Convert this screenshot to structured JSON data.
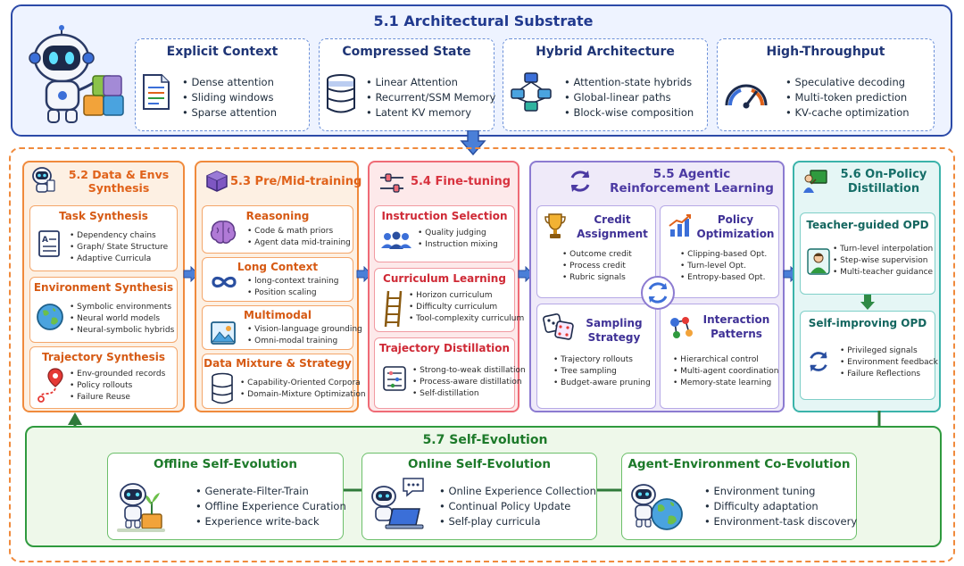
{
  "substrate": {
    "title": "5.1  Architectural Substrate",
    "cards": [
      {
        "title": "Explicit Context",
        "icon": "document-icon",
        "items": [
          "Dense attention",
          "Sliding windows",
          "Sparse attention"
        ]
      },
      {
        "title": "Compressed State",
        "icon": "database-icon",
        "items": [
          "Linear Attention",
          "Recurrent/SSM Memory",
          "Latent KV memory"
        ]
      },
      {
        "title": "Hybrid Architecture",
        "icon": "network-icon",
        "items": [
          "Attention-state hybrids",
          "Global-linear paths",
          "Block-wise composition"
        ]
      },
      {
        "title": "High-Throughput",
        "icon": "gauge-icon",
        "items": [
          "Speculative decoding",
          "Multi-token prediction",
          "KV-cache optimization"
        ]
      }
    ]
  },
  "data_envs": {
    "title": "5.2 Data & Envs Synthesis",
    "subs": [
      {
        "title": "Task Synthesis",
        "items": [
          "Dependency chains",
          "Graph/ State Structure",
          "Adaptive Curricula"
        ]
      },
      {
        "title": "Environment Synthesis",
        "items": [
          "Symbolic environments",
          "Neural world models",
          "Neural-symbolic hybrids"
        ]
      },
      {
        "title": "Trajectory Synthesis",
        "items": [
          "Env-grounded records",
          "Policy rollouts",
          "Failure Reuse"
        ]
      }
    ]
  },
  "pretrain": {
    "title": "5.3 Pre/Mid-training",
    "subs": [
      {
        "title": "Reasoning",
        "items": [
          "Code & math priors",
          "Agent data mid-training"
        ]
      },
      {
        "title": "Long Context",
        "items": [
          "long-context training",
          "Position scaling"
        ]
      },
      {
        "title": "Multimodal",
        "items": [
          "Vision-language grounding",
          "Omni-modal training"
        ]
      },
      {
        "title": "Data Mixture & Strategy",
        "items": [
          "Capability-Oriented Corpora",
          "Domain-Mixture Optimization"
        ]
      }
    ]
  },
  "finetune": {
    "title": "5.4 Fine-tuning",
    "subs": [
      {
        "title": "Instruction Selection",
        "items": [
          "Quality judging",
          "Instruction mixing"
        ]
      },
      {
        "title": "Curriculum Learning",
        "items": [
          "Horizon curriculum",
          "Difficulty curriculum",
          "Tool-complexity curriculum"
        ]
      },
      {
        "title": "Trajectory Distillation",
        "items": [
          "Strong-to-weak distillation",
          "Process-aware distillation",
          "Self-distillation"
        ]
      }
    ]
  },
  "agentic_rl": {
    "title_line1": "5.5 Agentic",
    "title_line2": "Reinforcement Learning",
    "subs": [
      {
        "title_line1": "Credit",
        "title_line2": "Assignment",
        "items": [
          "Outcome credit",
          "Process credit",
          "Rubric signals"
        ]
      },
      {
        "title_line1": "Policy",
        "title_line2": "Optimization",
        "items": [
          "Clipping-based Opt.",
          "Turn-level Opt.",
          "Entropy-based Opt."
        ]
      },
      {
        "title_line1": "Sampling",
        "title_line2": "Strategy",
        "items": [
          "Trajectory rollouts",
          "Tree sampling",
          "Budget-aware pruning"
        ]
      },
      {
        "title_line1": "Interaction",
        "title_line2": "Patterns",
        "items": [
          "Hierarchical control",
          "Multi-agent coordination",
          "Memory-state learning"
        ]
      }
    ]
  },
  "onpolicy": {
    "title_line1": "5.6 On-Policy",
    "title_line2": "Distillation",
    "subs": [
      {
        "title": "Teacher-guided OPD",
        "items": [
          "Turn-level interpolation",
          "Step-wise supervision",
          "Multi-teacher guidance"
        ]
      },
      {
        "title": "Self-improving OPD",
        "items": [
          "Privileged signals",
          "Environment feedback",
          "Failure Reflections"
        ]
      }
    ]
  },
  "self_evolution": {
    "title": "5.7  Self-Evolution",
    "cards": [
      {
        "title": "Offline Self-Evolution",
        "items": [
          "Generate-Filter-Train",
          "Offline Experience Curation",
          "Experience write-back"
        ]
      },
      {
        "title": "Online Self-Evolution",
        "items": [
          "Online Experience Collection",
          "Continual Policy Update",
          "Self-play curricula"
        ]
      },
      {
        "title": "Agent-Environment Co-Evolution",
        "items": [
          "Environment tuning",
          "Difficulty adaptation",
          "Environment-task discovery"
        ]
      }
    ]
  },
  "colors": {
    "substrate": "#2c4aa8",
    "orange": "#f08a3c",
    "red": "#ef6b76",
    "purple": "#8c7bd1",
    "teal": "#3bb3aa",
    "green": "#2f9a3e",
    "arrow": "#4a7fd8"
  }
}
